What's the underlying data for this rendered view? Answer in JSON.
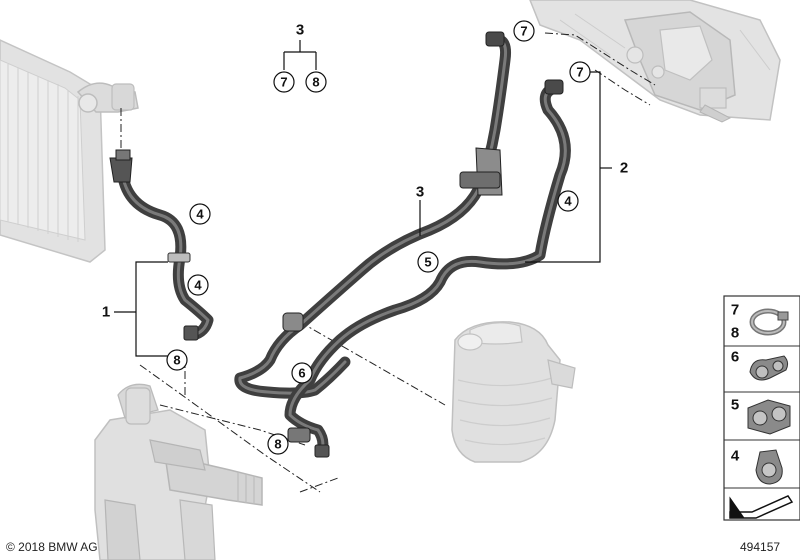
{
  "diagram": {
    "copyright": "© 2018 BMW AG",
    "diagram_number": "494157"
  },
  "groups": {
    "group_1": "1",
    "group_2": "2",
    "group_3": "3",
    "group_3_top": "3"
  },
  "callouts": {
    "c_top_7a": "7",
    "c_top_8a": "8",
    "c_7_upper": "7",
    "c_7_lower": "7",
    "c_4_left_upper": "4",
    "c_4_left_lower": "4",
    "c_4_right": "4",
    "c_5": "5",
    "c_6": "6",
    "c_8_left": "8",
    "c_8_bottom": "8"
  },
  "legend": {
    "row1_top": "7",
    "row1_bottom": "8",
    "row2": "6",
    "row3": "5",
    "row4": "4"
  },
  "colors": {
    "hose": "#4a4a4a",
    "hose_highlight": "#7a7a7a",
    "ghost": "#d6d6d6",
    "ghost_edge": "#b8b8b8",
    "line": "#111111"
  }
}
